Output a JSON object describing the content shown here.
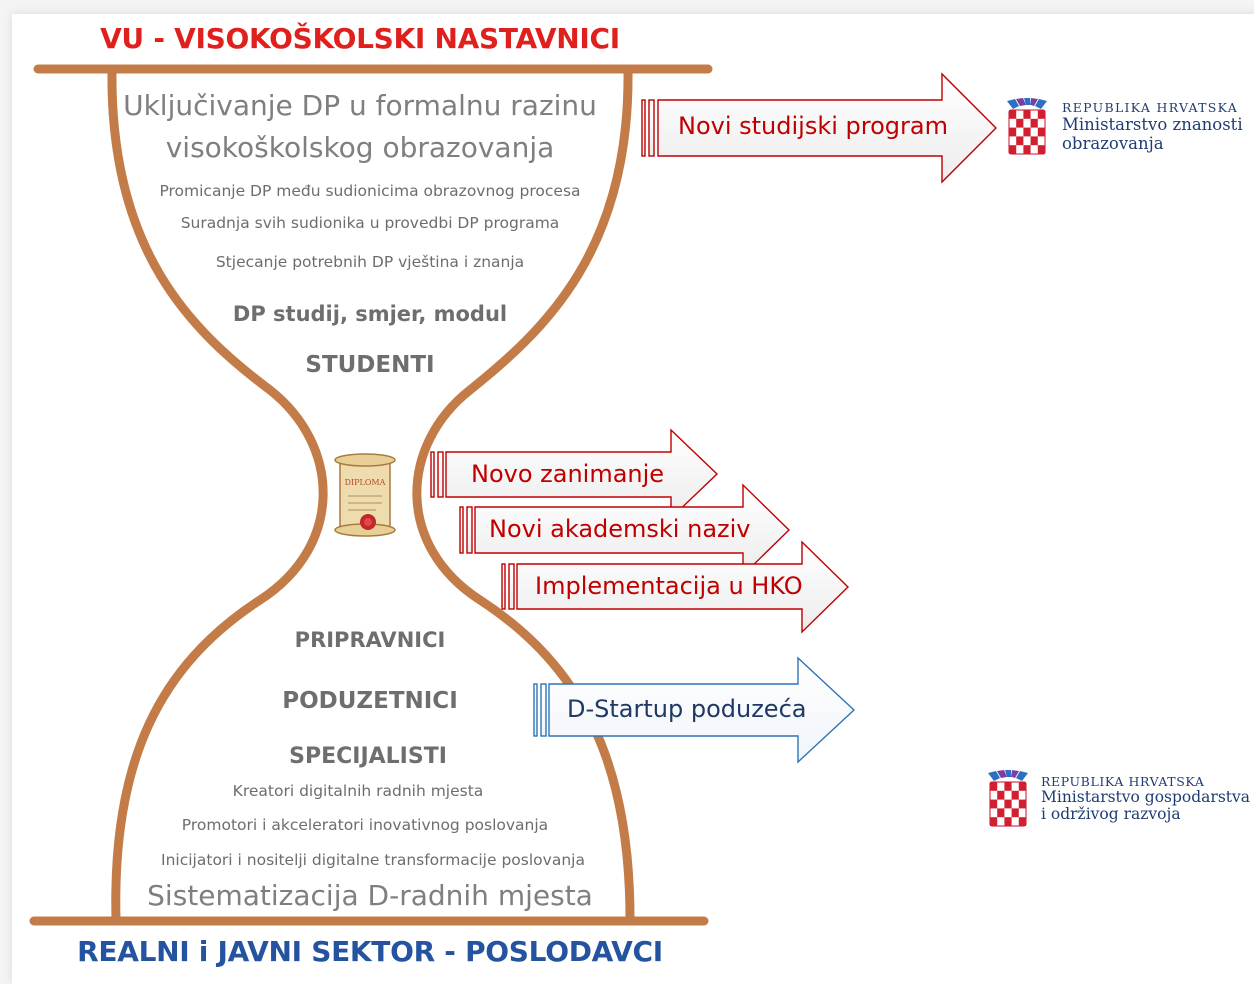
{
  "diagram": {
    "top_title": "VU - VISOKOŠKOLSKI NASTAVNICI",
    "bottom_title": "REALNI i JAVNI SEKTOR - POSLODAVCI",
    "upper": {
      "headline_line1": "Uključivanje DP u formalnu razinu",
      "headline_line2": "visokoškolskog obrazovanja",
      "items": [
        "Promicanje DP među sudionicima obrazovnog procesa",
        "Suradnja svih sudionika u provedbi DP programa",
        "Stjecanje potrebnih DP vještina i znanja"
      ],
      "program_label": "DP studij, smjer, modul",
      "students_label": "STUDENTI"
    },
    "diploma_text": "DIPLOMA",
    "lower": {
      "groups": [
        "PRIPRAVNICI",
        "PODUZETNICI",
        "SPECIJALISTI"
      ],
      "items": [
        "Kreatori digitalnih radnih mjesta",
        "Promotori i akceleratori inovativnog poslovanja",
        "Inicijatori i nositelji digitalne transformacije poslovanja"
      ],
      "footer": "Sistematizacija D-radnih mjesta"
    },
    "arrows": [
      {
        "label": "Novi studijski program",
        "color": "#c00000"
      },
      {
        "label": "Novo zanimanje",
        "color": "#c00000"
      },
      {
        "label": "Novi akademski naziv",
        "color": "#c00000"
      },
      {
        "label": "Implementacija u HKO",
        "color": "#c00000"
      },
      {
        "label": "D-Startup poduzeća",
        "color": "#2e75b6"
      }
    ]
  },
  "logos": [
    {
      "icon": "croatian-coat-of-arms-icon",
      "line1": "REPUBLIKA HRVATSKA",
      "line2": "Ministarstvo znanosti",
      "line3": "obrazovanja"
    },
    {
      "icon": "croatian-coat-of-arms-icon",
      "line1": "REPUBLIKA HRVATSKA",
      "line2": "Ministarstvo gospodarstva",
      "line3": "i održivog razvoja"
    }
  ],
  "colors": {
    "hourglass": "#c37c48",
    "top_title": "#e0201c",
    "bottom_title": "#2453a0",
    "arrow_red": "#c00000",
    "arrow_blue": "#2e75b6",
    "logo_text": "#1f3c73"
  }
}
